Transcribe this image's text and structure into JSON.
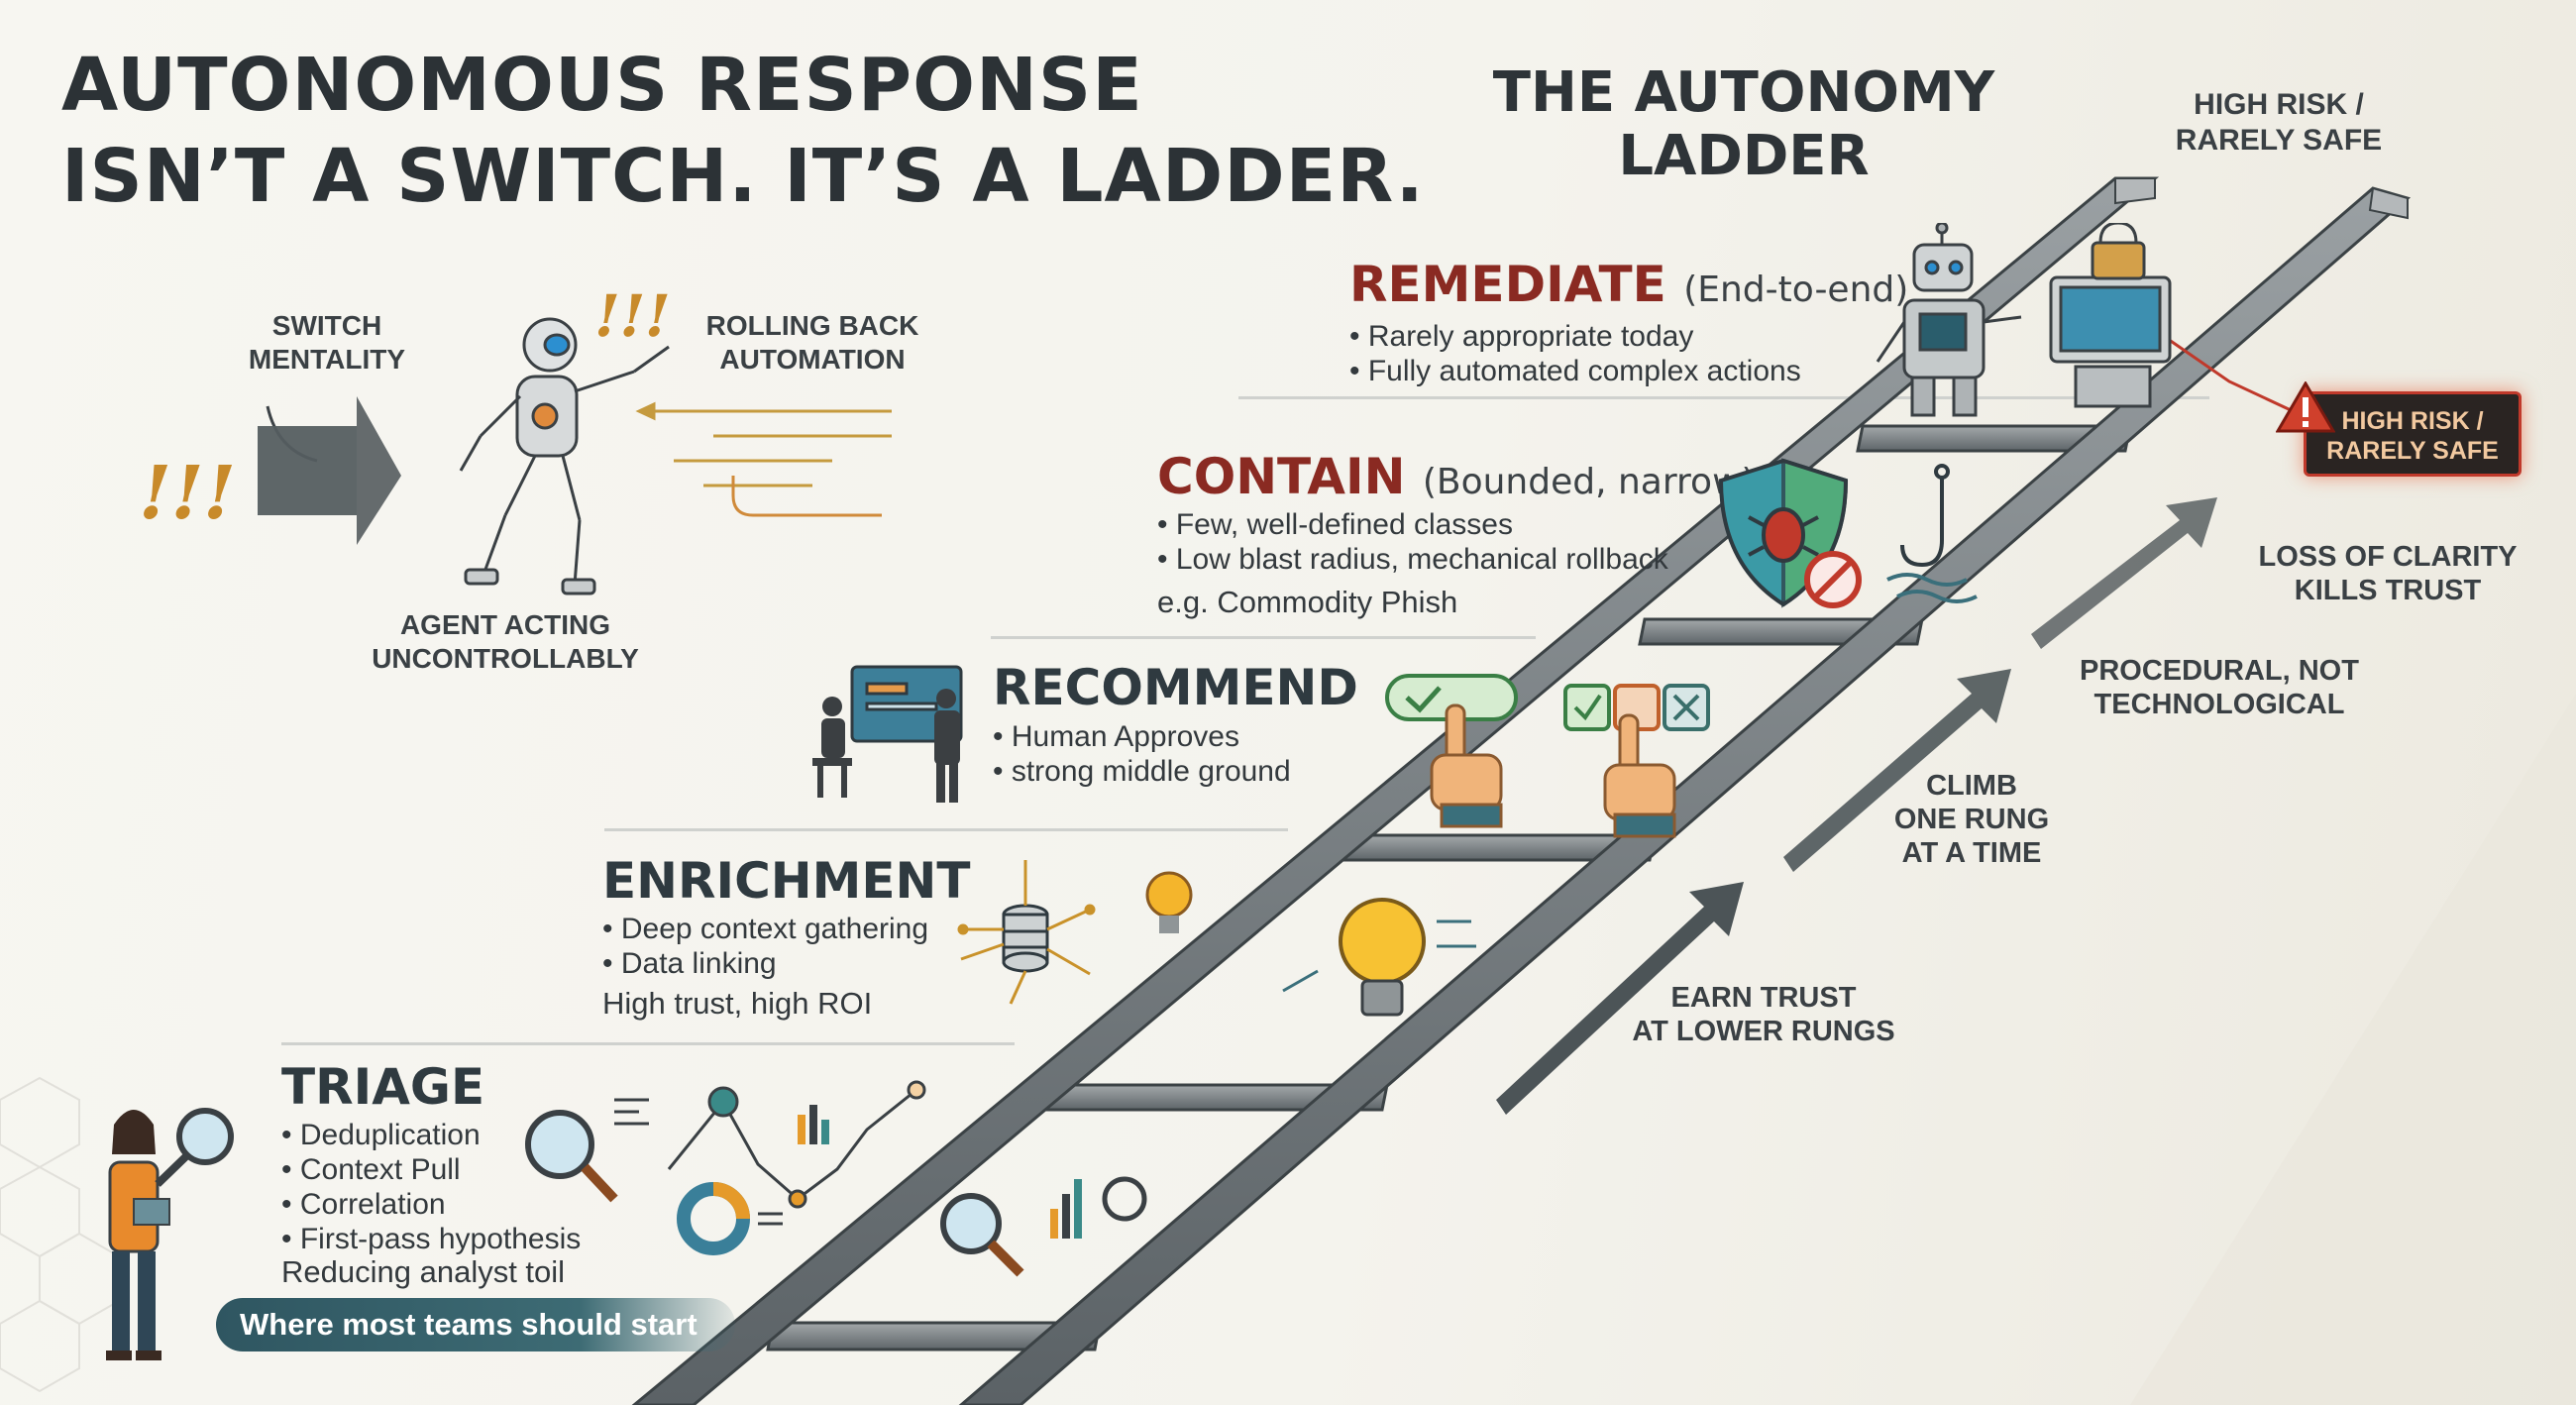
{
  "title": {
    "line1": "AUTONOMOUS RESPONSE",
    "line2": "ISN’T A SWITCH. IT’S A LADDER."
  },
  "ladder_title": {
    "line1": "THE AUTONOMY",
    "line2": "LADDER"
  },
  "switch_panel": {
    "switch_mentality": [
      "SWITCH",
      "MENTALITY"
    ],
    "rolling_back": [
      "ROLLING BACK",
      "AUTOMATION"
    ],
    "agent_acting": [
      "AGENT ACTING",
      "UNCONTROLLABLY"
    ],
    "alarm_marks": "!!!",
    "alarm_marks_robot": "!!!"
  },
  "steps": {
    "remediate": {
      "title": "REMEDIATE",
      "subtitle": "(End-to-end)",
      "bullets": [
        "Rarely appropriate today",
        "Fully automated complex actions"
      ]
    },
    "contain": {
      "title": "CONTAIN",
      "subtitle": "(Bounded, narrow)",
      "bullets": [
        "Few, well-defined classes",
        "Low blast radius, mechanical rollback"
      ],
      "note": "e.g. Commodity Phish"
    },
    "recommend": {
      "title": "RECOMMEND",
      "bullets": [
        "Human Approves",
        "strong middle ground"
      ]
    },
    "enrichment": {
      "title": "ENRICHMENT",
      "bullets": [
        "Deep context gathering",
        "Data linking"
      ],
      "note": "High trust, high ROI"
    },
    "triage": {
      "title": "TRIAGE",
      "bullets": [
        "Deduplication",
        "Context Pull",
        "Correlation",
        "First-pass hypothesis"
      ],
      "note": "Reducing analyst toil",
      "start_label": "Where most teams should start"
    }
  },
  "right_labels": {
    "high_risk_top": [
      "HIGH RISK /",
      "RARELY SAFE"
    ],
    "warning_badge": [
      "HIGH RISK /",
      "RARELY SAFE"
    ],
    "loss_of_clarity": [
      "LOSS OF CLARITY",
      "KILLS TRUST"
    ],
    "procedural": [
      "PROCEDURAL, NOT",
      "TECHNOLOGICAL"
    ],
    "climb": [
      "CLIMB",
      "ONE RUNG",
      "AT A TIME"
    ],
    "earn_trust": [
      "EARN TRUST",
      "AT LOWER RUNGS"
    ]
  },
  "colors": {
    "accent_red": "#8a2a22",
    "ink": "#2e3438",
    "teal": "#3d6b74",
    "ladder": "#7d8488",
    "warning": "#c0392b"
  }
}
